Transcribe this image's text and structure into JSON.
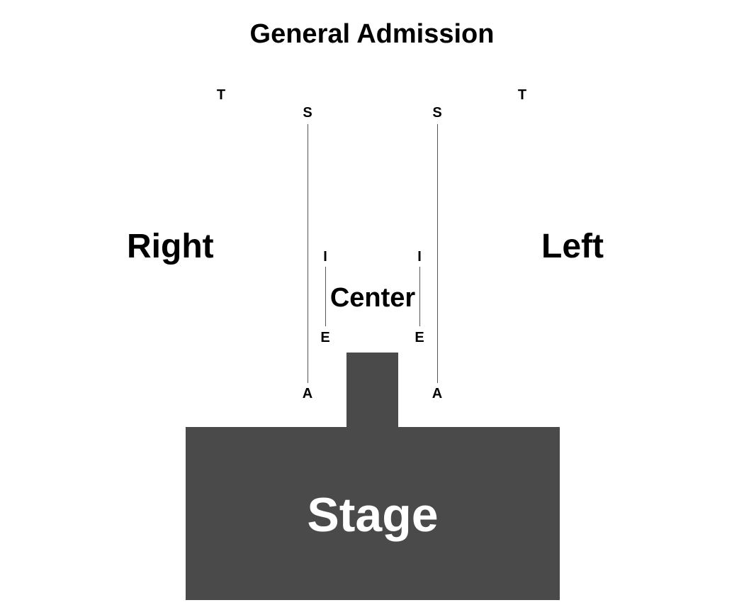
{
  "title": "General Admission",
  "sections": {
    "right": "Right",
    "left": "Left",
    "center": "Center"
  },
  "rows": {
    "right_outer_top": "T",
    "left_outer_top": "T",
    "right_aisle_top": "S",
    "left_aisle_top": "S",
    "right_aisle_bottom": "A",
    "left_aisle_bottom": "A",
    "center_right_top": "I",
    "center_left_top": "I",
    "center_right_bottom": "E",
    "center_left_bottom": "E"
  },
  "stage": {
    "label": "Stage"
  },
  "colors": {
    "stage_fill": "#4a4a4a",
    "stage_text": "#ffffff",
    "text": "#000000",
    "aisle_line": "#555555"
  }
}
